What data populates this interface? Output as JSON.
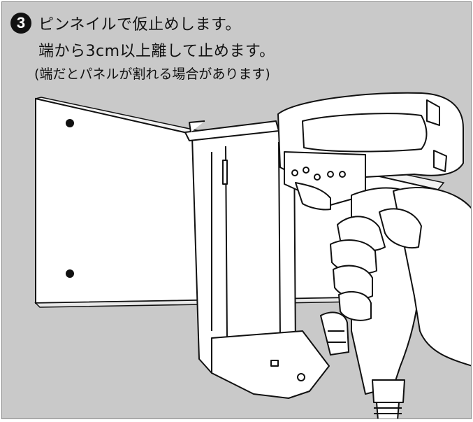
{
  "step": {
    "number": "3",
    "line1": "ピンネイルで仮止めします。",
    "line2": "端から3cm以上離して止めます。",
    "line3": "(端だとパネルが割れる場合があります)"
  },
  "colors": {
    "background": "#c9c9c9",
    "panel": "#ffffff",
    "outline": "#111111"
  }
}
